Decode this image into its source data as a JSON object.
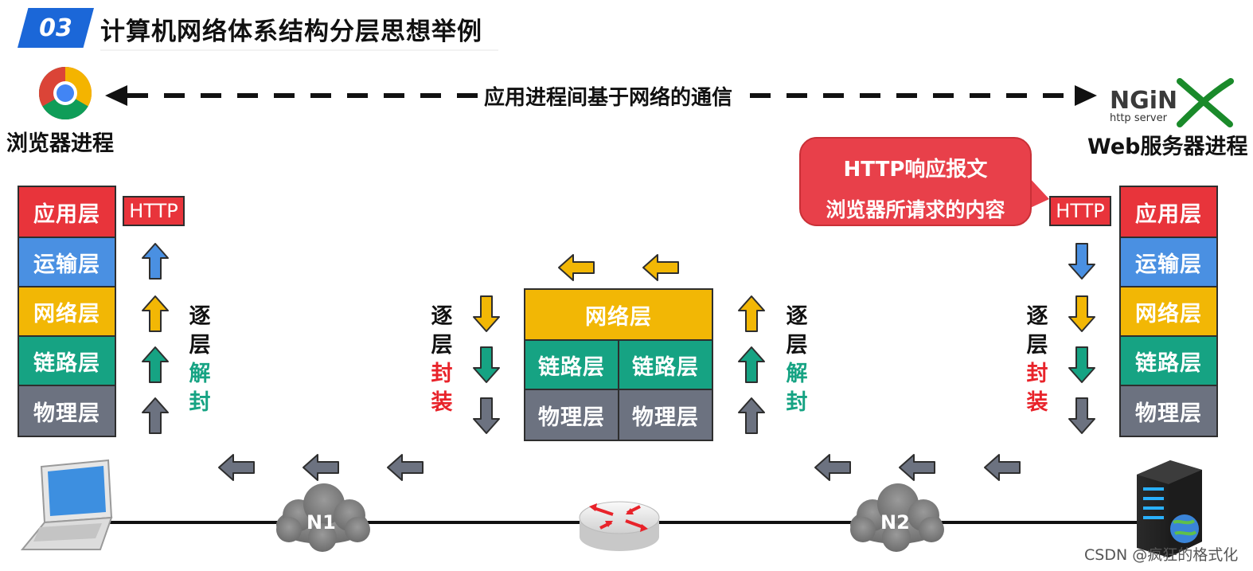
{
  "header": {
    "number": "03",
    "title": "计算机网络体系结构分层思想举例"
  },
  "comm_label": "应用进程间基于网络的通信",
  "left_endpoint": {
    "label": "浏览器进程",
    "icon": "chrome-icon"
  },
  "right_endpoint": {
    "label": "Web服务器进程",
    "logo_text": "NGINX",
    "logo_sub": "http server"
  },
  "layers": [
    "应用层",
    "运输层",
    "网络层",
    "链路层",
    "物理层"
  ],
  "http_label": "HTTP",
  "callout": {
    "line1": "HTTP响应报文",
    "line2": "浏览器所请求的内容"
  },
  "router_layers": {
    "network": "网络层",
    "link": "链路层",
    "physical": "物理层"
  },
  "decap_chars": [
    "逐",
    "层",
    "解",
    "封"
  ],
  "encap_chars": [
    "逐",
    "层",
    "封",
    "装"
  ],
  "networks": [
    "N1",
    "N2"
  ],
  "watermark": "CSDN @疯狂的格式化",
  "colors": {
    "application": "#e8343b",
    "transport": "#4a90e2",
    "network": "#f2b705",
    "link": "#16a383",
    "physical": "#6c7280",
    "header_badge": "#1b67d8"
  }
}
